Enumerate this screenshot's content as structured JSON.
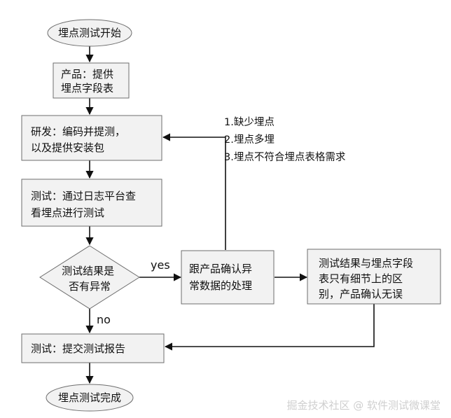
{
  "nodes": {
    "start": {
      "lines": [
        "埋点测试开始"
      ]
    },
    "product": {
      "lines": [
        "产品：提供",
        "埋点字段表"
      ]
    },
    "dev": {
      "lines": [
        "研发：编码并提测，",
        "以及提供安装包"
      ]
    },
    "test_log": {
      "lines": [
        "测试：通过日志平台查",
        "看埋点进行测试"
      ]
    },
    "decision": {
      "lines": [
        "测试结果是",
        "否有异常"
      ]
    },
    "confirm": {
      "lines": [
        "跟产品确认异",
        "常数据的处理"
      ]
    },
    "diff": {
      "lines": [
        "测试结果与埋点字段",
        "表只有细节上的区",
        "别，产品确认无误"
      ]
    },
    "report": {
      "lines": [
        "测试：提交测试报告"
      ]
    },
    "end": {
      "lines": [
        "埋点测试完成"
      ]
    }
  },
  "edge_labels": {
    "yes": "yes",
    "no": "no"
  },
  "issues_note": [
    "1.缺少埋点",
    "2.埋点多埋",
    "3.埋点不符合埋点表格需求"
  ],
  "watermark": "掘金技术社区 @ 软件测试微课堂"
}
